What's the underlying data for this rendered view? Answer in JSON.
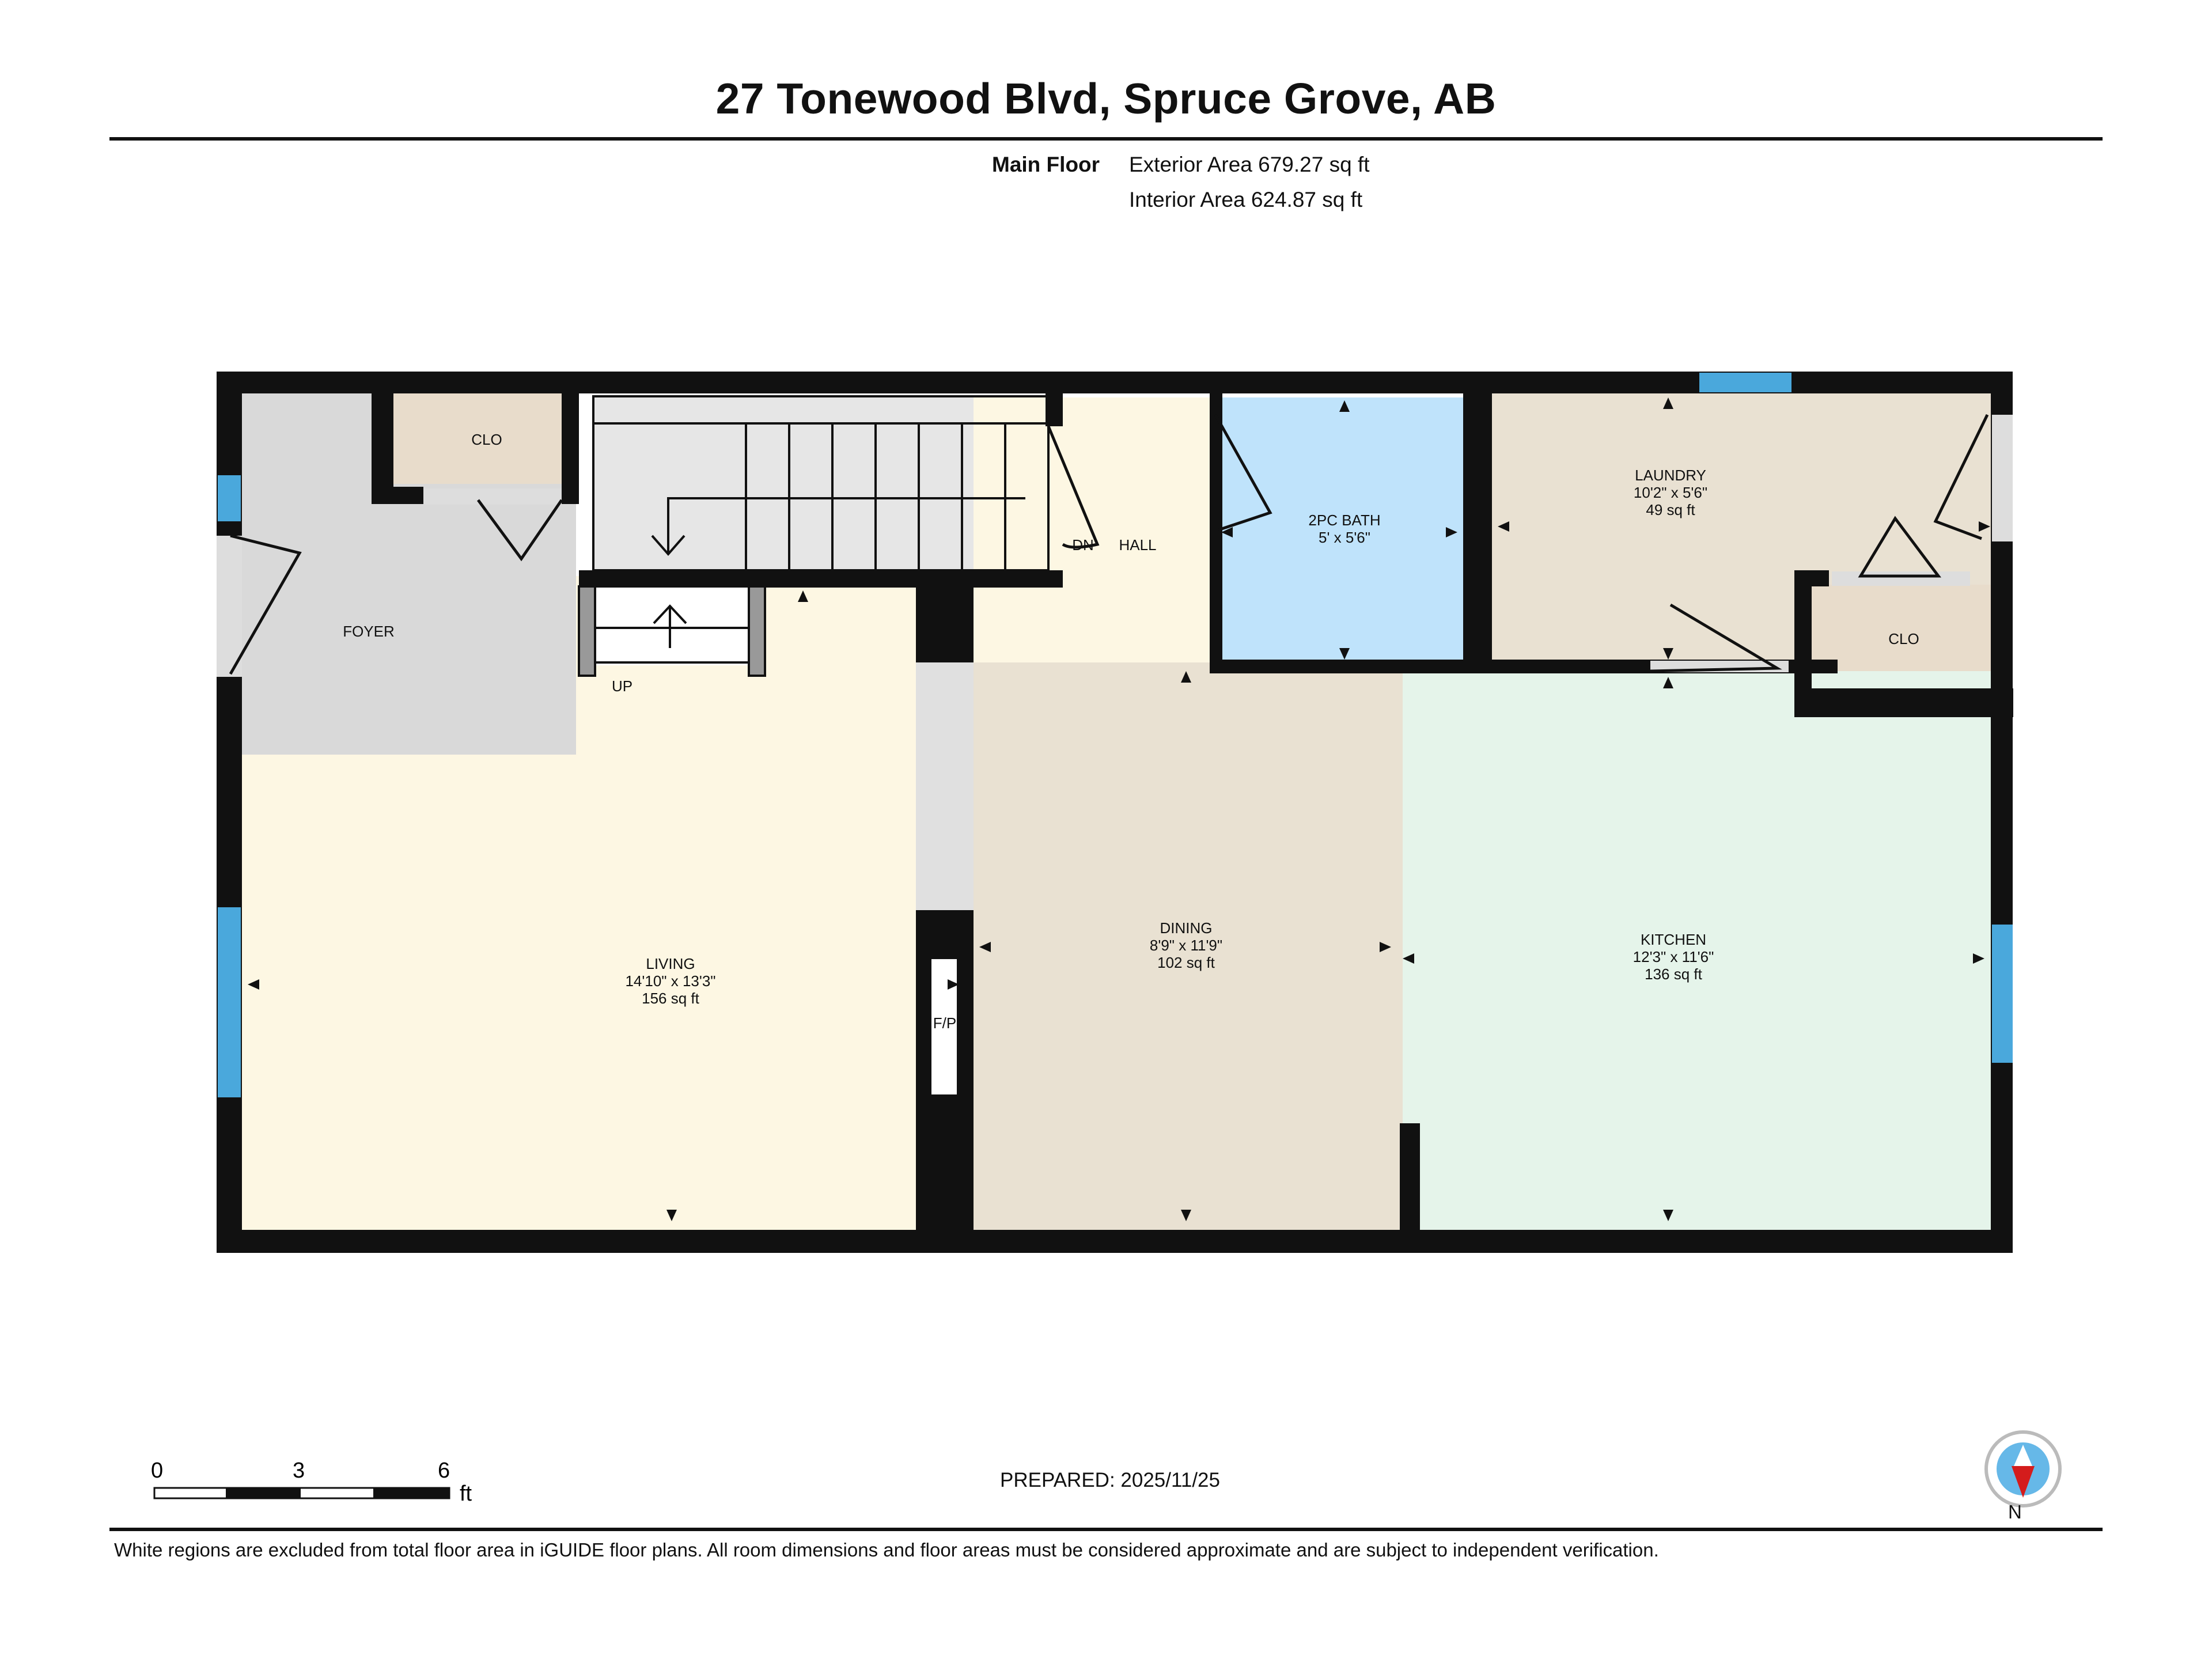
{
  "header": {
    "title": "27 Tonewood Blvd, Spruce Grove, AB",
    "floor_name": "Main Floor",
    "exterior_area": "Exterior Area 679.27 sq ft",
    "interior_area": "Interior Area 624.87 sq ft"
  },
  "rooms": {
    "foyer": {
      "name": "FOYER"
    },
    "closet_foyer": {
      "name": "CLO"
    },
    "hall": {
      "name": "HALL"
    },
    "bath": {
      "name": "2PC BATH",
      "dims": "5' x 5'6\""
    },
    "laundry": {
      "name": "LAUNDRY",
      "dims": "10'2\" x 5'6\"",
      "area": "49 sq ft"
    },
    "closet_laundry": {
      "name": "CLO"
    },
    "living": {
      "name": "LIVING",
      "dims": "14'10\" x 13'3\"",
      "area": "156 sq ft"
    },
    "dining": {
      "name": "DINING",
      "dims": "8'9\" x 11'9\"",
      "area": "102 sq ft"
    },
    "kitchen": {
      "name": "KITCHEN",
      "dims": "12'3\" x 11'6\"",
      "area": "136 sq ft"
    }
  },
  "labels": {
    "stairs_up": "UP",
    "stairs_down": "DN",
    "fireplace": "F/P"
  },
  "colors": {
    "wall": "#111111",
    "foyer": "#d9d9d9",
    "closet": "#e8dccb",
    "hall_living": "#fdf7e3",
    "bath": "#bfe3fb",
    "laundry_dining": "#e9e1d2",
    "kitchen": "#e5f4ea",
    "window": "#4aa8dc"
  },
  "scale_bar": {
    "zero": "0",
    "three": "3",
    "six": "6",
    "unit": "ft"
  },
  "footer": {
    "prepared": "PREPARED: 2025/11/25",
    "disclaimer": "White regions are excluded from total floor area in iGUIDE floor plans. All room dimensions and floor areas must be considered approximate and are subject to independent verification.",
    "north": "N"
  }
}
